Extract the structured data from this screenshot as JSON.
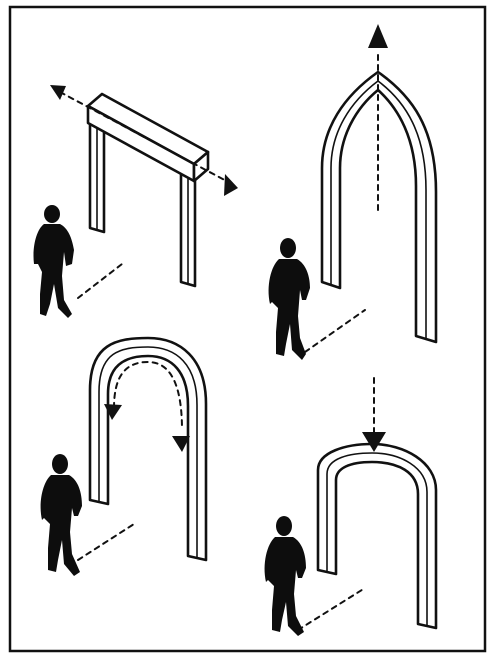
{
  "colors": {
    "ink": "#111111",
    "frame": "#111111",
    "background": "#ffffff"
  },
  "figures": [
    {
      "shape": "post-and-lintel",
      "arrows": "outward-horizontal"
    },
    {
      "shape": "pointed-arch",
      "arrows": "upward-vertical"
    },
    {
      "shape": "round-arch",
      "arrows": "down-along-curve"
    },
    {
      "shape": "segmental-arch",
      "arrows": "downward-vertical"
    }
  ]
}
